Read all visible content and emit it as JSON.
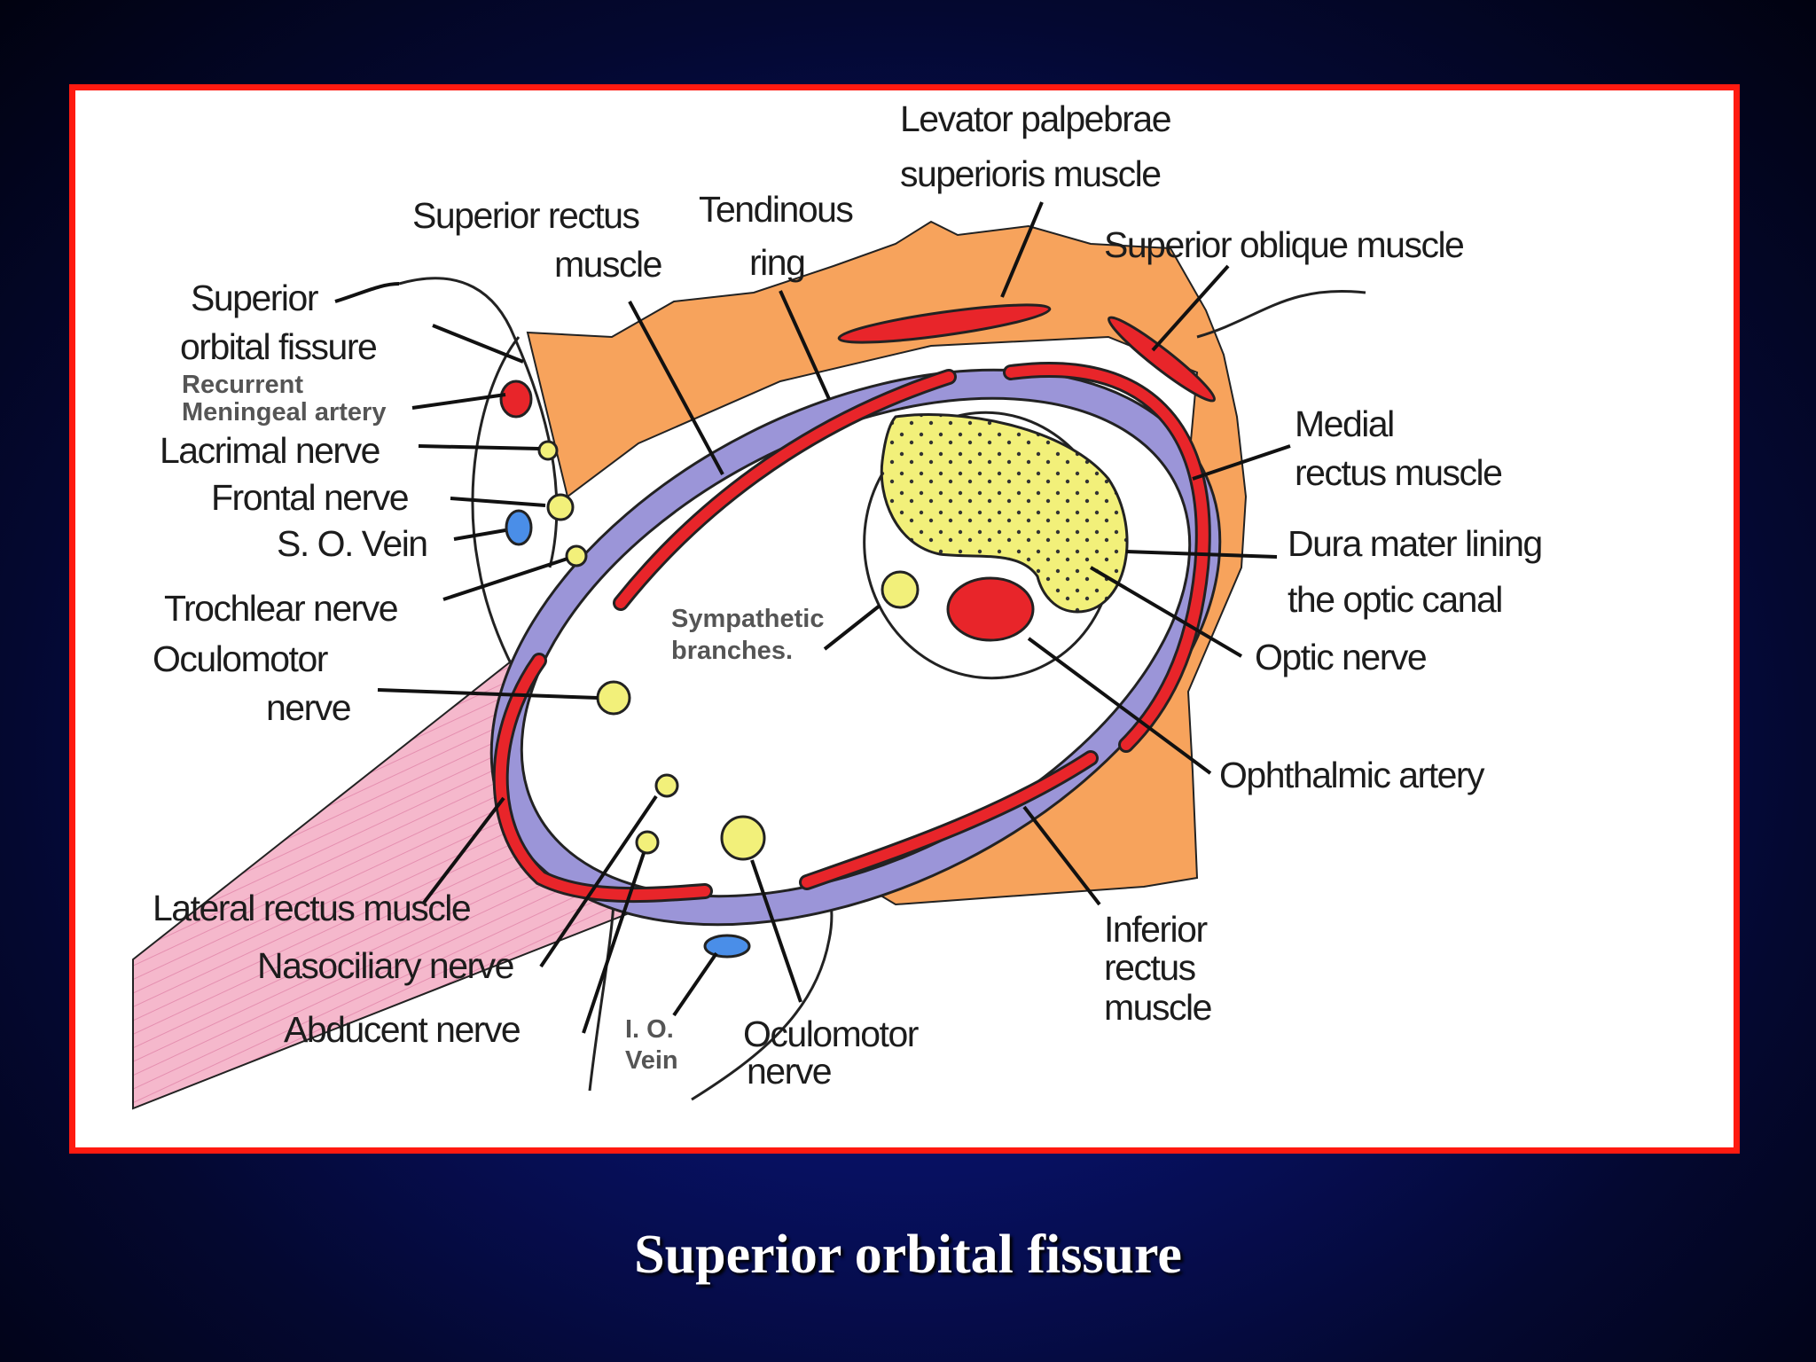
{
  "caption": "Superior orbital fissure",
  "colors": {
    "frame": "#ff1a10",
    "bone": "#f7a35c",
    "ring": "#9b95d8",
    "muscle": "#e8252a",
    "nerve": "#f2f07a",
    "vein": "#4a8ee8",
    "lateral_muscle": "#f5b8cc"
  },
  "labels": {
    "levator_1": "Levator palpebrae",
    "levator_2": "superioris muscle",
    "sup_rectus_1": "Superior rectus",
    "sup_rectus_2": "muscle",
    "tendinous_1": "Tendinous",
    "tendinous_2": "ring",
    "sup_oblique": "Superior oblique muscle",
    "sof_1": "Superior",
    "sof_2": "orbital fissure",
    "recurrent_1": "Recurrent",
    "recurrent_2": "Meningeal artery",
    "lacrimal": "Lacrimal nerve",
    "frontal": "Frontal nerve",
    "so_vein": "S. O. Vein",
    "trochlear": "Trochlear nerve",
    "oculomotor_1": "Oculomotor",
    "oculomotor_2": "nerve",
    "sympathetic_1": "Sympathetic",
    "sympathetic_2": "branches.",
    "medial_1": "Medial",
    "medial_2": "rectus muscle",
    "dura_1": "Dura mater lining",
    "dura_2": "the optic canal",
    "optic": "Optic nerve",
    "ophthalmic": "Ophthalmic artery",
    "lateral": "Lateral rectus muscle",
    "nasociliary": "Nasociliary nerve",
    "abducent": "Abducent nerve",
    "io_vein_1": "I. O.",
    "io_vein_2": "Vein",
    "oculomotor_b_1": "Oculomotor",
    "oculomotor_b_2": "nerve",
    "inferior_1": "Inferior",
    "inferior_2": "rectus",
    "inferior_3": "muscle"
  }
}
